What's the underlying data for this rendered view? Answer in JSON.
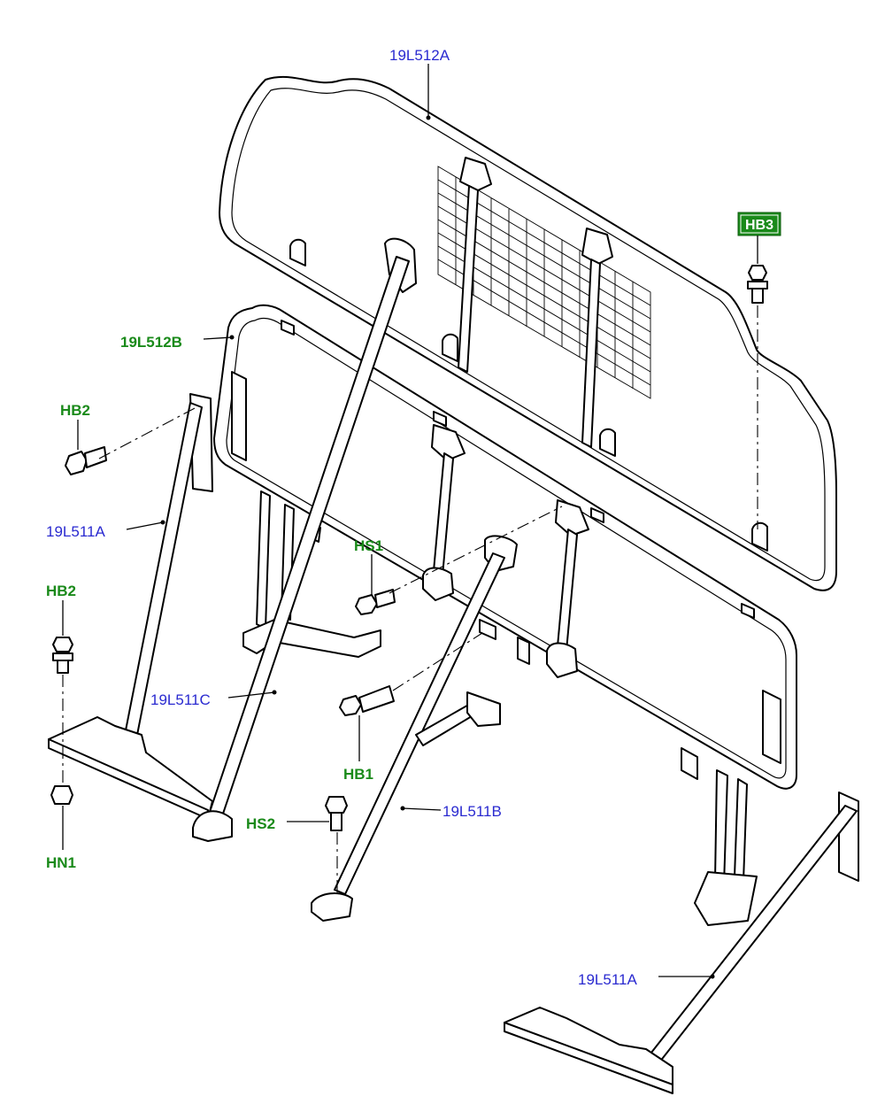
{
  "labels": {
    "panel_upper": "19L512A",
    "panel_lower": "19L512B",
    "strut_left": "19L511A",
    "strut_center": "19L511C",
    "strut_right": "19L511B",
    "strut_far_right": "19L511A",
    "bolt_hb3": "HB3",
    "bolt_hb2_upper": "HB2",
    "bolt_hb2_lower": "HB2",
    "bolt_hs1": "HS1",
    "bolt_hb1": "HB1",
    "bolt_hs2": "HS2",
    "nut_hn1": "HN1"
  },
  "colors": {
    "part_number": "#2a2ad0",
    "fixing_code": "#1a8a1a",
    "hb3_badge": "#1a8a1a"
  }
}
